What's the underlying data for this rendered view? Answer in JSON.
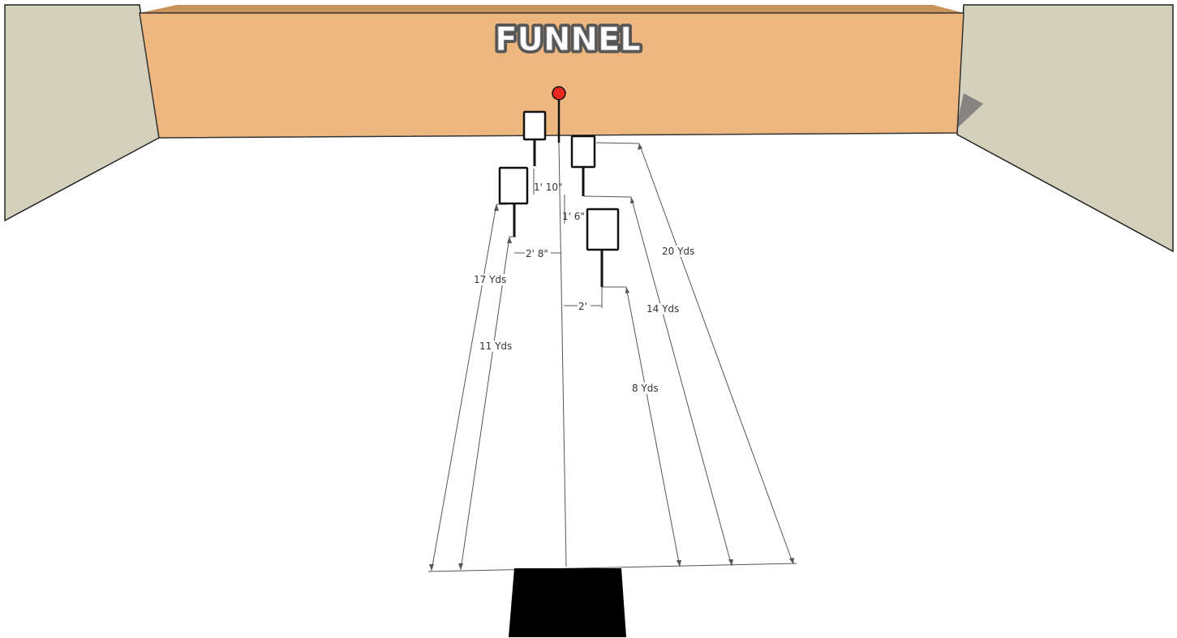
{
  "title": "FUNNEL",
  "colors": {
    "background": "#ffffff",
    "side_walls": "#d3d1bc",
    "backstop": "#edb77f",
    "backstop_dark": "#c89259",
    "ground": "#ffffff",
    "targets": "#000000",
    "dimension_lines": "#555555",
    "red_target": "#e8281e",
    "shooting_box": "#000000"
  },
  "icons": {
    "red_target": "red-circle-steel-target",
    "paper_target": "paper-target-on-stand",
    "shooting_box": "shooting-box"
  },
  "targets": [
    {
      "id": "far-left",
      "type": "paper"
    },
    {
      "id": "far-right",
      "type": "paper"
    },
    {
      "id": "mid-left",
      "type": "paper"
    },
    {
      "id": "near-right",
      "type": "paper"
    },
    {
      "id": "center-steel",
      "type": "red-circle"
    }
  ],
  "dimensions": {
    "spacings": [
      "1' 10\"",
      "1' 6\"",
      "2' 8\"",
      "2'"
    ],
    "distances": [
      "17 Yds",
      "11 Yds",
      "20 Yds",
      "14 Yds",
      "8 Yds"
    ]
  }
}
